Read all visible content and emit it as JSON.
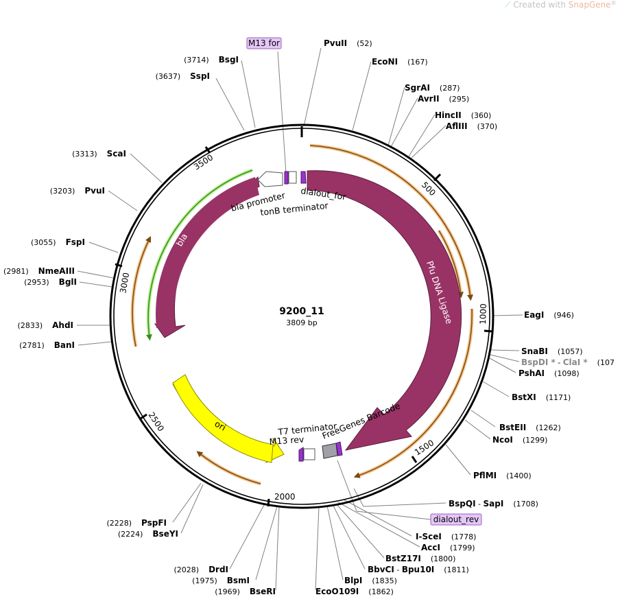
{
  "watermark": {
    "prefix": "Created with ",
    "brand": "SnapGene",
    "mark": "®"
  },
  "plasmid": {
    "name": "9200_11",
    "length_label": "3809 bp",
    "length": 3809
  },
  "colors": {
    "backbone": "#000000",
    "cds": "#993366",
    "ori": "#ffff00",
    "primer": "#d6a6f0",
    "orange_feature": "#f5a742",
    "terminator": "#a0a0a0"
  },
  "ticks": [
    "500",
    "1000",
    "1500",
    "2000",
    "2500",
    "3000",
    "3500"
  ],
  "sites": [
    {
      "name": "PvuII",
      "pos": "(52)"
    },
    {
      "name": "EcoNI",
      "pos": "(167)"
    },
    {
      "name": "SgrAI",
      "pos": "(287)"
    },
    {
      "name": "AvrII",
      "pos": "(295)"
    },
    {
      "name": "HincII",
      "pos": "(360)"
    },
    {
      "name": "AflIII",
      "pos": "(370)"
    },
    {
      "name": "EagI",
      "pos": "(946)"
    },
    {
      "name": "SnaBI",
      "pos": "(1057)"
    },
    {
      "name": "BspDI *",
      "sep": " - ",
      "name2": "ClaI *",
      "pos": "(107"
    },
    {
      "name": "PshAI",
      "pos": "(1098)"
    },
    {
      "name": "BstXI",
      "pos": "(1171)"
    },
    {
      "name": "BstEII",
      "pos": "(1262)"
    },
    {
      "name": "NcoI",
      "pos": "(1299)"
    },
    {
      "name": "PflMI",
      "pos": "(1400)"
    },
    {
      "name": "BspQI",
      "sep": " - ",
      "name2": "SapI",
      "pos": "(1708)"
    },
    {
      "name": "I-SceI",
      "pos": "(1778)"
    },
    {
      "name": "AccI",
      "pos": "(1799)"
    },
    {
      "name": "BstZ17I",
      "pos": "(1800)"
    },
    {
      "name": "BbvCI",
      "sep": " - ",
      "name2": "Bpu10I",
      "pos": "(1811)"
    },
    {
      "name": "BlpI",
      "pos": "(1835)"
    },
    {
      "name": "EcoO109I",
      "pos": "(1862)"
    },
    {
      "name": "BseRI",
      "pos": "(1969)"
    },
    {
      "name": "BsmI",
      "pos": "(1975)"
    },
    {
      "name": "DrdI",
      "pos": "(2028)"
    },
    {
      "name": "BseYI",
      "pos": "(2224)"
    },
    {
      "name": "PspFI",
      "pos": "(2228)"
    },
    {
      "name": "BanI",
      "pos": "(2781)"
    },
    {
      "name": "AhdI",
      "pos": "(2833)"
    },
    {
      "name": "BglI",
      "pos": "(2953)"
    },
    {
      "name": "NmeAIII",
      "pos": "(2981)"
    },
    {
      "name": "FspI",
      "pos": "(3055)"
    },
    {
      "name": "PvuI",
      "pos": "(3203)"
    },
    {
      "name": "ScaI",
      "pos": "(3313)"
    },
    {
      "name": "SspI",
      "pos": "(3637)"
    },
    {
      "name": "BsgI",
      "pos": "(3714)"
    }
  ],
  "primers": {
    "m13_for": "M13 for",
    "dialout_rev": "dialout_rev"
  },
  "features": {
    "pfu": "Pfu DNA Ligase",
    "bla": "bla",
    "ori": "ori",
    "bla_promoter": "bla promoter",
    "tonB": "tonB terminator",
    "dialout_for": "dialout_for",
    "t7_term": "T7 terminator",
    "m13_rev": "M13 rev",
    "freegenes": "FreeGenes Barcode"
  }
}
